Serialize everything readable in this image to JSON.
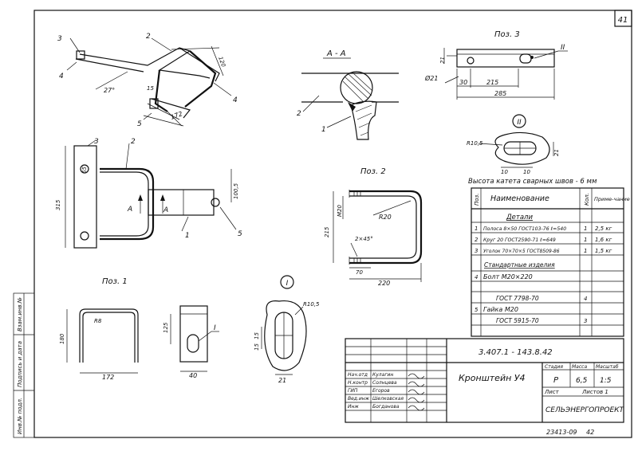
{
  "sheet": {
    "sheet_number": "41",
    "drawing_code": "3.407.1 - 143.8.42",
    "title": "Кронштейн У4",
    "stage": "Р",
    "mass": "6,5",
    "scale": "1:5",
    "stage_label": "Стадия",
    "mass_label": "Масса",
    "scale_label": "Масштаб",
    "sheet_label": "Лист",
    "sheets_label": "Листов 1",
    "org": "СЕЛЬЭНЕРГОПРОЕКТ",
    "footer_code": "23413-09",
    "footer_page": "42",
    "stamp_people": [
      {
        "role": "Нач.отд",
        "name": "Кулагин"
      },
      {
        "role": "Н.контр",
        "name": "Солнцева"
      },
      {
        "role": "ГИП",
        "name": "Егоров"
      },
      {
        "role": "Вед.инж",
        "name": "Шелковская"
      },
      {
        "role": "Инж",
        "name": "Богданова"
      }
    ],
    "side_stamp": [
      "Инв.№ подл.",
      "Подпись и дата",
      "Взам.инв.№"
    ]
  },
  "views": {
    "section_label": "А - А",
    "pos1_label": "Поз. 1",
    "pos2_label": "Поз. 2",
    "pos3_label": "Поз. 3",
    "detail1_label": "I",
    "detail2_label": "II",
    "arrow_a": "А"
  },
  "callouts": {
    "c1": "1",
    "c2": "2",
    "c3": "3",
    "c4": "4",
    "c5": "5"
  },
  "dims": {
    "d120": "120",
    "d15": "15",
    "d27": "27°",
    "d172": "172",
    "d315": "315",
    "d100": "100,5",
    "d65": "65",
    "d215": "215",
    "dm20": "М20",
    "dr20": "R20",
    "dchamfer": "2×45°",
    "d70": "70",
    "d220": "220",
    "d180": "180",
    "dr8": "R8",
    "d172b": "172",
    "d125": "125",
    "d40": "40",
    "dr105": "R10,5",
    "d15b": "15",
    "d15c": "15",
    "d21": "21",
    "d21b": "21",
    "d30": "30",
    "d215b": "215",
    "d285": "285",
    "d10a": "10",
    "d10b": "10",
    "d21c": "21",
    "dr105b": "R10,5"
  },
  "weld_note": "Высота катета сварных швов - 6 мм",
  "spec": {
    "headers": [
      "Поз.",
      "Наименование",
      "Кол.",
      "Приме-чание"
    ],
    "section_details": "Детали",
    "section_std": "Стандартные изделия",
    "rows": [
      {
        "pos": "1",
        "name": "Полоса 8×50 ГОСТ103-76 ℓ=540",
        "qty": "1",
        "note": "2,5 кг"
      },
      {
        "pos": "2",
        "name": "Круг 20 ГОСТ2590-71 ℓ=649",
        "qty": "1",
        "note": "1,6 кг"
      },
      {
        "pos": "3",
        "name": "Уголок 70×70×5 ГОСТ8509-86",
        "qty": "1",
        "note": "1,5 кг"
      },
      {
        "pos": "4",
        "name": "Болт М20×220",
        "qty": "",
        "note": ""
      },
      {
        "pos": "",
        "name": "ГОСТ 7798-70",
        "qty": "4",
        "note": ""
      },
      {
        "pos": "5",
        "name": "Гайка М20",
        "qty": "",
        "note": ""
      },
      {
        "pos": "",
        "name": "ГОСТ 5915-70",
        "qty": "3",
        "note": ""
      }
    ]
  }
}
